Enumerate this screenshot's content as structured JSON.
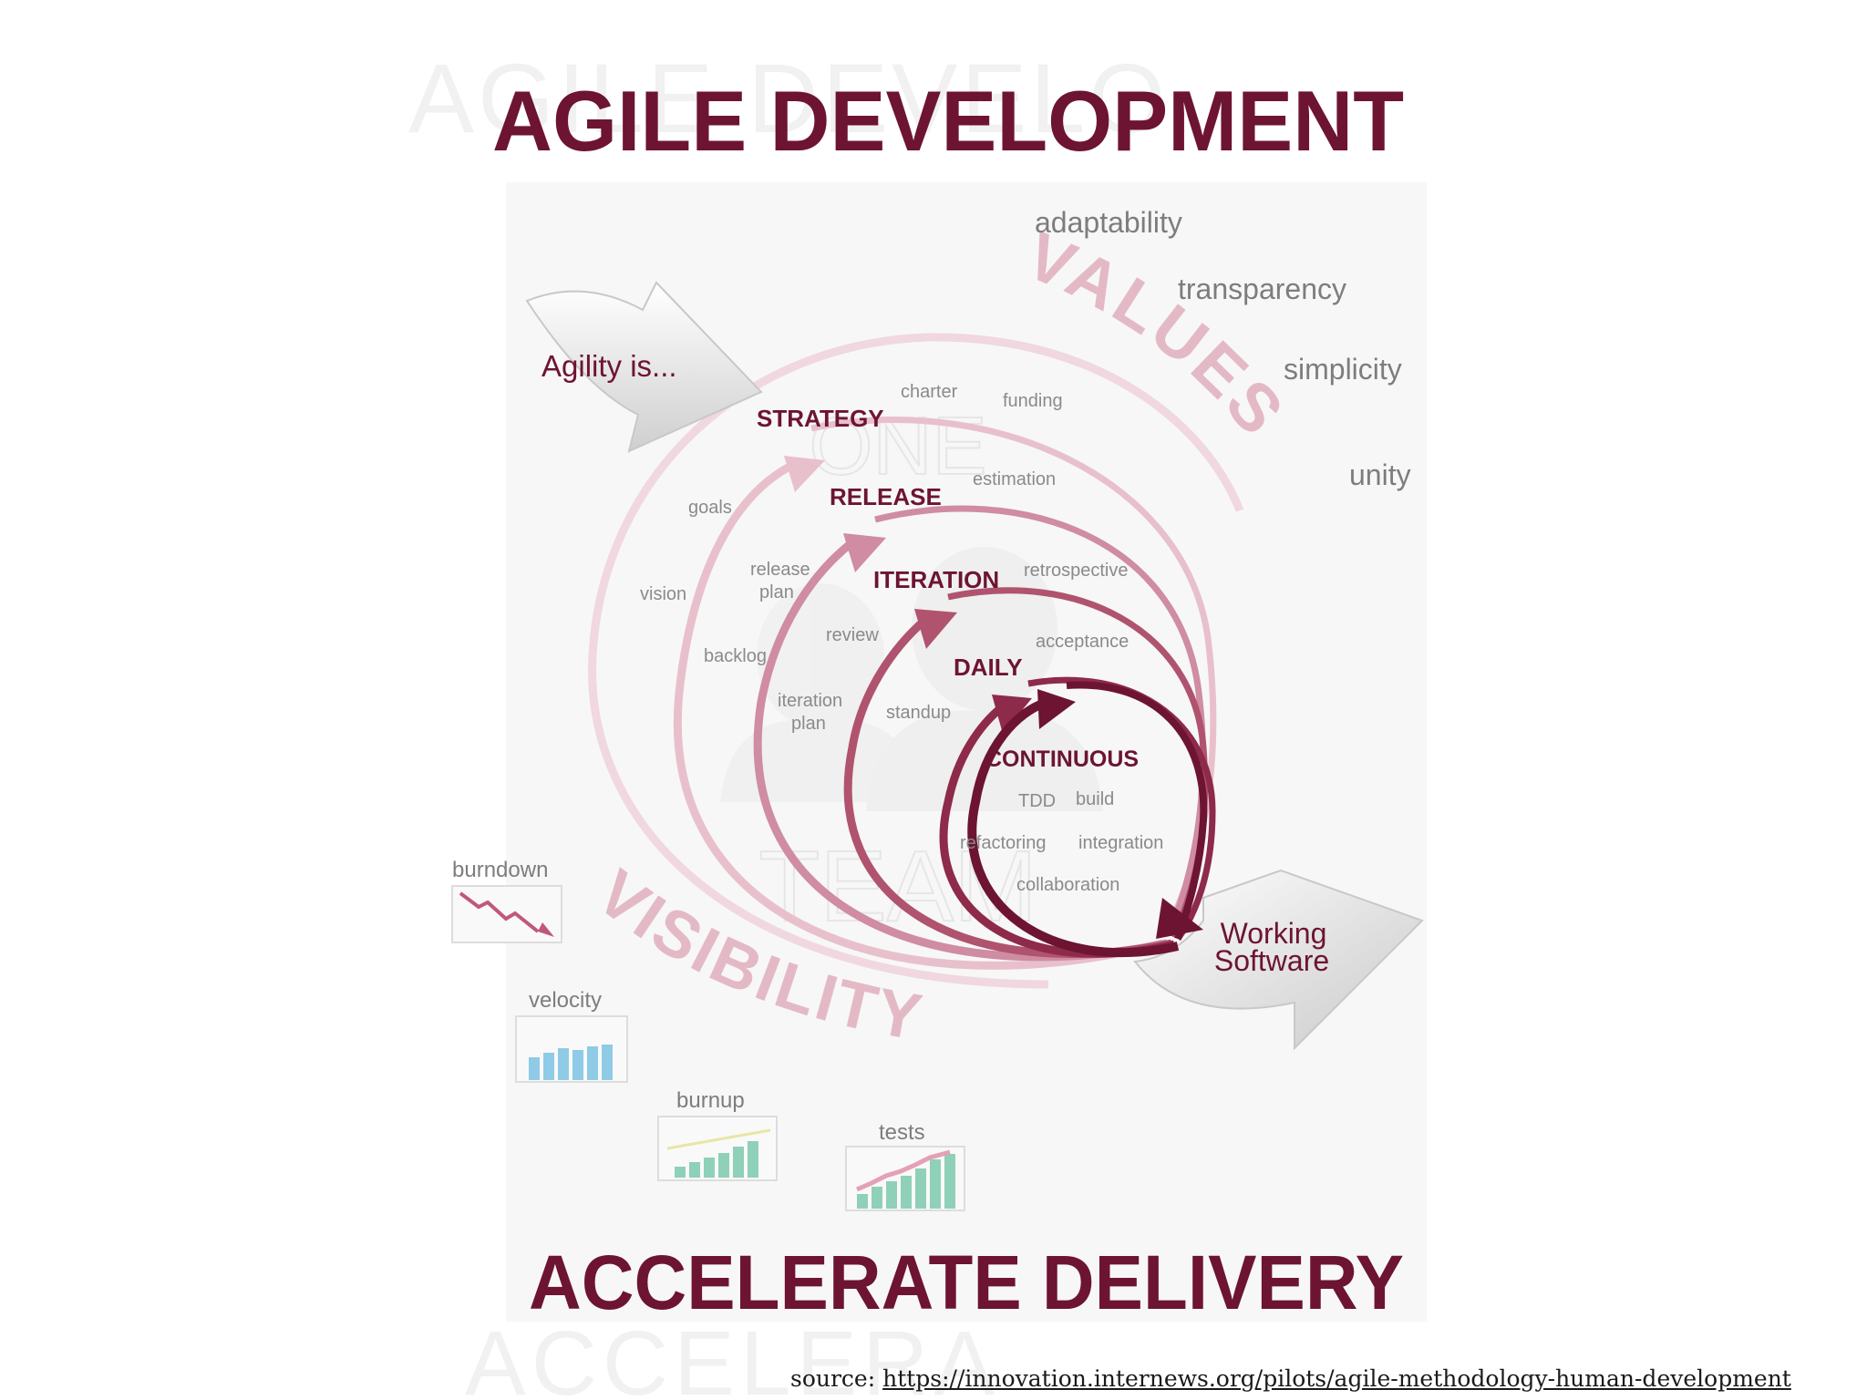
{
  "title": "AGILE DEVELOPMENT",
  "title_ghost": "AGILE DEVELO",
  "bottom_title": "ACCELERATE DELIVERY",
  "bottom_ghost": "ACCELERA",
  "intro_label": "Agility is...",
  "output_label_line1": "Working",
  "output_label_line2": "Software",
  "values": {
    "heading": "VALUES",
    "items": [
      "adaptability",
      "transparency",
      "simplicity",
      "unity"
    ]
  },
  "visibility": {
    "heading": "VISIBILITY",
    "charts": [
      {
        "label": "burndown",
        "kind": "line-down",
        "color": "#c0587a"
      },
      {
        "label": "velocity",
        "kind": "bars-flat",
        "color": "#8fcbe6"
      },
      {
        "label": "burnup",
        "kind": "bars-up",
        "color": "#8fd0b8"
      },
      {
        "label": "tests",
        "kind": "bars-tests",
        "color": "#8fd0b8"
      }
    ]
  },
  "team_watermark": {
    "top": "ONE",
    "bottom": "TEAM"
  },
  "cycles": [
    {
      "name": "STRATEGY",
      "practices": [
        "charter",
        "funding",
        "goals",
        "vision"
      ]
    },
    {
      "name": "RELEASE",
      "practices": [
        "estimation",
        "release",
        "plan",
        "backlog"
      ]
    },
    {
      "name": "ITERATION",
      "practices": [
        "retrospective",
        "review",
        "iteration",
        "plan"
      ]
    },
    {
      "name": "DAILY",
      "practices": [
        "acceptance",
        "standup"
      ]
    },
    {
      "name": "CONTINUOUS",
      "practices": [
        "TDD",
        "build",
        "refactoring",
        "integration",
        "collaboration"
      ]
    }
  ],
  "colors": {
    "brand": "#6d1432",
    "values_pink": "#e4b9c6",
    "gray_text": "#7d7d7d"
  },
  "source": {
    "prefix": "source: ",
    "url": "https://innovation.internews.org/pilots/agile-methodology-human-development"
  }
}
